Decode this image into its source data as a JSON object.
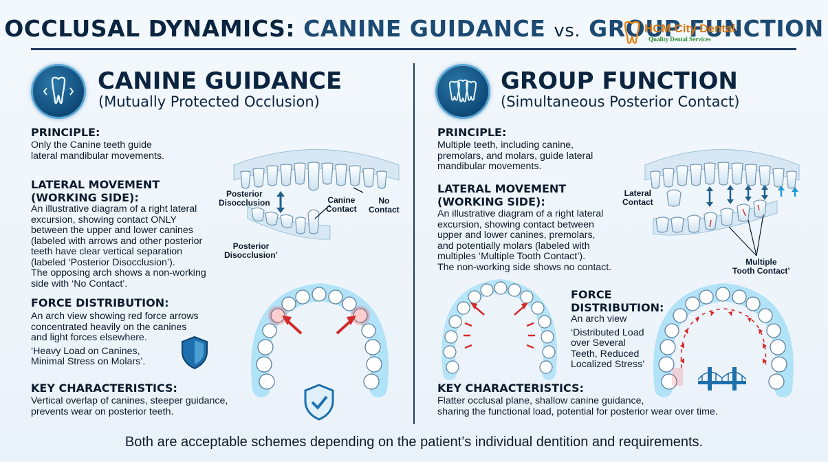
{
  "title": {
    "part1": "OCCLUSAL DYNAMICS:",
    "part2": "CANINE GUIDANCE",
    "vs": "vs.",
    "part3": "GROUP FUNCTION"
  },
  "logo": {
    "name": "HCM City Dental",
    "slogan": "Quality Dental Services"
  },
  "left": {
    "heading": "CANINE GUIDANCE",
    "subheading": "(Mutually Protected Occlusion)",
    "principle_title": "PRINCIPLE:",
    "principle_lines": [
      "Only the Canine teeth guide",
      "lateral mandibular movements."
    ],
    "lateral_title_lines": [
      "LATERAL MOVEMENT",
      "(WORKING SIDE):"
    ],
    "lateral_lines": [
      "An illustrative diagram of a right lateral",
      "excursion, showing contact ONLY",
      "between the upper and lower canines",
      "(labeled with arrows and other posterior",
      "teeth have clear vertical separation",
      "(labeled ‘Posterior Disocclusion’).",
      "The opposing arch shows a non-working",
      "side with ‘No Contact’."
    ],
    "force_title": "FORCE DISTRIBUTION:",
    "force_lines": [
      "An arch view showing red force arrows",
      "concentrated heavily on the canines",
      "and light forces elsewhere.",
      "‘Heavy Load on Canines,",
      "Minimal Stress on Molars’."
    ],
    "key_title": "KEY CHARACTERISTICS:",
    "key_lines": [
      "Vertical overlap of canines, steeper guidance,",
      "prevents wear on posterior teeth."
    ],
    "diagram_labels": {
      "posterior_disocclusion_top": [
        "Posterior",
        "Disocclusion"
      ],
      "canine_contact": [
        "Canine",
        "Contact"
      ],
      "no_contact": [
        "No",
        "Contact"
      ],
      "posterior_disocclusion_bottom": [
        "Posterior",
        "Disocclusion’"
      ]
    }
  },
  "right": {
    "heading": "GROUP FUNCTION",
    "subheading": "(Simultaneous Posterior Contact)",
    "principle_title": "PRINCIPLE:",
    "principle_lines": [
      "Multiple teeth, including canine,",
      "premolars, and molars, guide lateral",
      "mandibular movements."
    ],
    "lateral_title_lines": [
      "LATERAL MOVEMENT",
      "(WORKING SIDE):"
    ],
    "lateral_lines": [
      "An illustrative diagram of a right lateral",
      "excursion, showing contact between",
      "upper and lower canines, premolars,",
      "and potentially molars (labeled with",
      "multiples ‘Multiple Tooth Contact’).",
      "The non-working side shows no contact."
    ],
    "force_title_lines": [
      "FORCE",
      "DISTRIBUTION:"
    ],
    "force_lines": [
      "An arch view",
      "‘Distributed Load",
      "over Several",
      "Teeth, Reduced",
      "Localized Stress’"
    ],
    "key_title": "KEY CHARACTERISTICS:",
    "key_lines": [
      "Flatter occlusal plane, shallow canine guidance,",
      "sharing the functional load, potential for posterior wear over time."
    ],
    "diagram_labels": {
      "lateral_contact": [
        "Lateral",
        "Contact"
      ],
      "multiple_tooth_contact": [
        "Multiple",
        "Tooth Contact’"
      ]
    }
  },
  "footer": "Both are acceptable schemes depending on the patient’s individual dentition and requirements.",
  "icons": {
    "left_badge": "single-tooth-icon",
    "right_badge": "multiple-teeth-icon",
    "shield": "shield-icon",
    "check_shield": "check-shield-icon",
    "bridge": "bridge-icon"
  },
  "colors": {
    "navy": "#0b2440",
    "accent_blue": "#1c4a72",
    "force_red": "#d42a2a",
    "glow": "#7fd3f5"
  }
}
